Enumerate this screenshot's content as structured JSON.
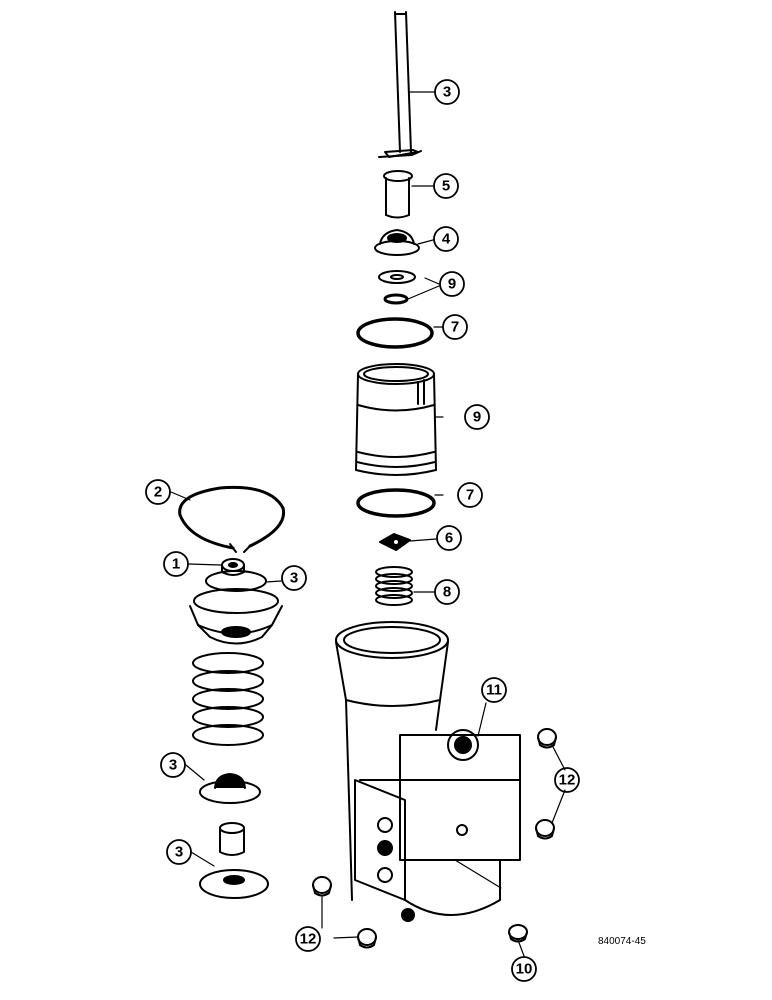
{
  "figure_id": "840074-45",
  "callouts": [
    {
      "label": "3"
    },
    {
      "label": "5"
    },
    {
      "label": "4"
    },
    {
      "label": "9"
    },
    {
      "label": "7"
    },
    {
      "label": "9"
    },
    {
      "label": "7"
    },
    {
      "label": "6"
    },
    {
      "label": "8"
    },
    {
      "label": "2"
    },
    {
      "label": "1"
    },
    {
      "label": "3"
    },
    {
      "label": "11"
    },
    {
      "label": "12"
    },
    {
      "label": "3"
    },
    {
      "label": "3"
    },
    {
      "label": "12"
    },
    {
      "label": "10"
    }
  ],
  "colors": {
    "ink": "#000000",
    "paper": "#ffffff"
  }
}
